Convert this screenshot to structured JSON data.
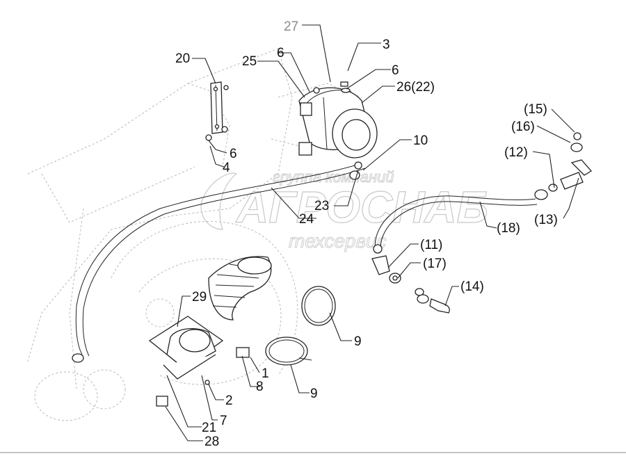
{
  "watermark": {
    "line1": "группа компаний",
    "line2": "АГРОСНАБ",
    "line3": "техсервис"
  },
  "callouts": [
    {
      "id": "c27",
      "text": "27",
      "grey": true
    },
    {
      "id": "c3",
      "text": "3"
    },
    {
      "id": "c20",
      "text": "20"
    },
    {
      "id": "c25",
      "text": "25"
    },
    {
      "id": "c6a",
      "text": "6"
    },
    {
      "id": "c6b",
      "text": "6"
    },
    {
      "id": "c26",
      "text": "26(22)"
    },
    {
      "id": "c15",
      "text": "(15)"
    },
    {
      "id": "c16",
      "text": "(16)"
    },
    {
      "id": "c6c",
      "text": "6"
    },
    {
      "id": "c4",
      "text": "4"
    },
    {
      "id": "c10",
      "text": "10"
    },
    {
      "id": "c12",
      "text": "(12)"
    },
    {
      "id": "c23",
      "text": "23"
    },
    {
      "id": "c24",
      "text": "24"
    },
    {
      "id": "c18",
      "text": "(18)"
    },
    {
      "id": "c13",
      "text": "(13)"
    },
    {
      "id": "c11",
      "text": "(11)"
    },
    {
      "id": "c17",
      "text": "(17)"
    },
    {
      "id": "c14",
      "text": "(14)"
    },
    {
      "id": "c29",
      "text": "29"
    },
    {
      "id": "c9a",
      "text": "9"
    },
    {
      "id": "c1",
      "text": "1"
    },
    {
      "id": "c8",
      "text": "8"
    },
    {
      "id": "c9b",
      "text": "9"
    },
    {
      "id": "c2",
      "text": "2"
    },
    {
      "id": "c7",
      "text": "7"
    },
    {
      "id": "c21",
      "text": "21"
    },
    {
      "id": "c28",
      "text": "28"
    }
  ]
}
